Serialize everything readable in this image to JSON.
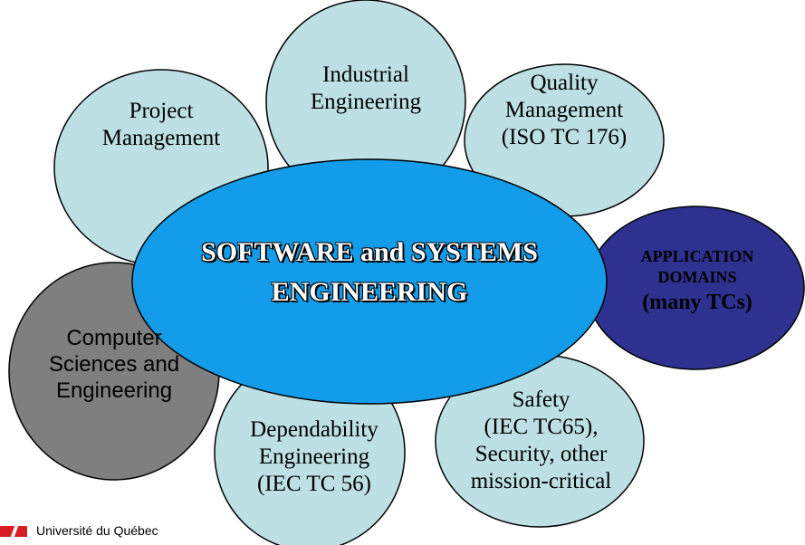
{
  "colors": {
    "petal": "#bde0e4",
    "center": "#139ce9",
    "computer_sciences": "#7f7f7f",
    "application_domains": "#2e3190",
    "outline": "#000000",
    "logo_red": "#d81e23"
  },
  "center": {
    "line1": "SOFTWARE and SYSTEMS",
    "line2": "ENGINEERING"
  },
  "petals": {
    "project_management": {
      "line1": "Project",
      "line2": "Management"
    },
    "industrial_engineering": {
      "line1": "Industrial",
      "line2": "Engineering"
    },
    "quality_management": {
      "line1": "Quality",
      "line2": "Management",
      "line3": "(ISO TC 176)"
    },
    "application_domains": {
      "line1": "APPLICATION",
      "line2": "DOMAINS",
      "line3": "(many TCs)"
    },
    "computer_sciences": {
      "line1": "Computer",
      "line2": "Sciences and",
      "line3": "Engineering"
    },
    "dependability": {
      "line1": "Dependability",
      "line2": "Engineering",
      "line3": "(IEC TC 56)"
    },
    "safety": {
      "line1": "Safety",
      "line2": "(IEC TC65),",
      "line3": "Security, other",
      "line4": "mission-critical"
    }
  },
  "footer": {
    "logo_text": "Université du Québec"
  }
}
